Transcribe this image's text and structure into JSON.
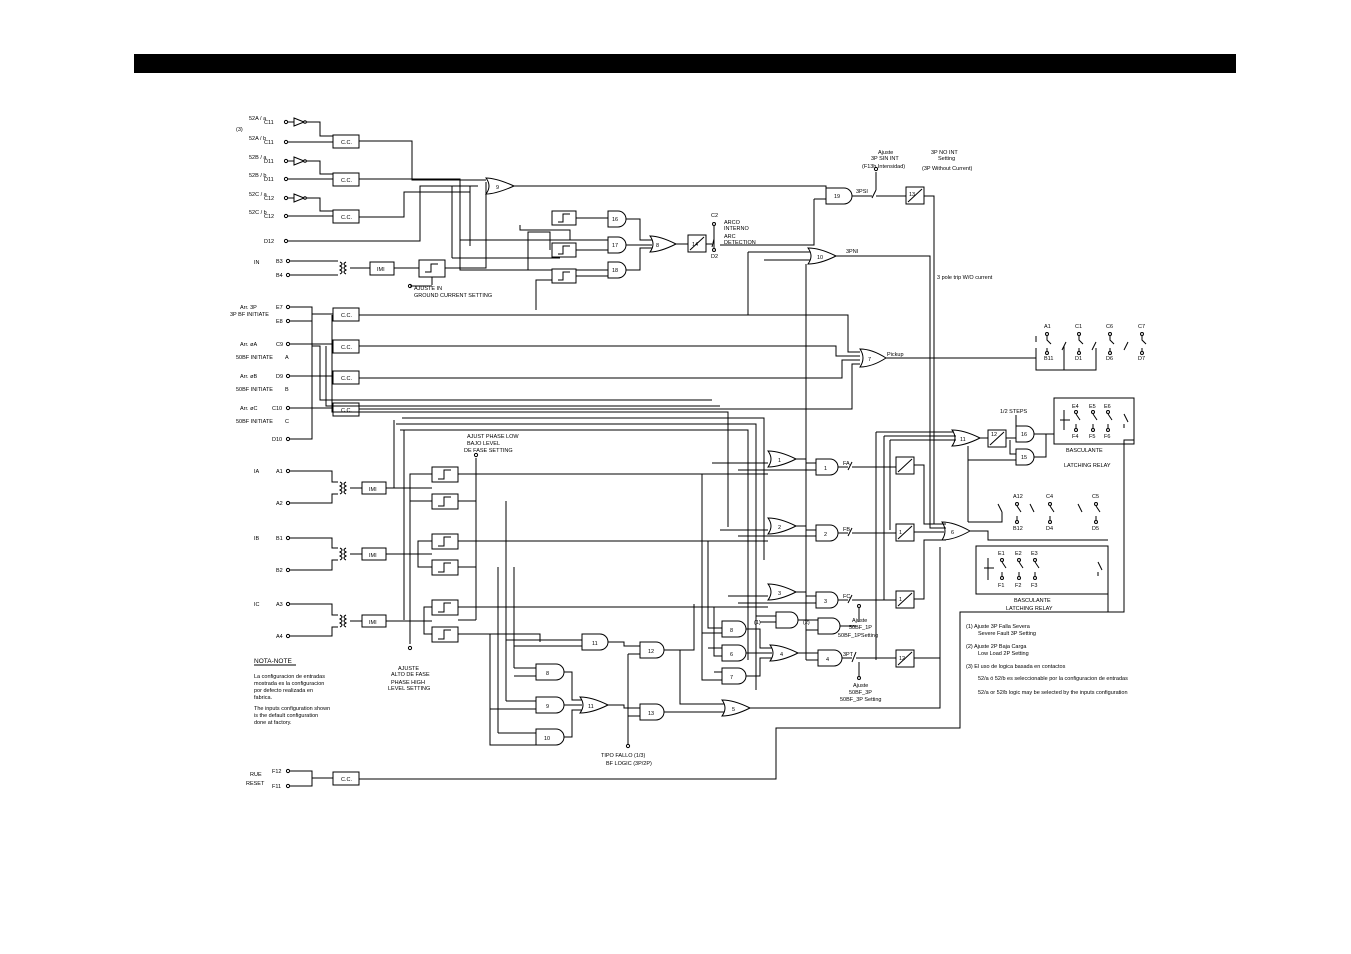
{
  "inputs": [
    {
      "term": "C11",
      "label": "52A / a"
    },
    {
      "term": "C11",
      "label": "52A / b"
    },
    {
      "term": "D11",
      "label": "52B / a"
    },
    {
      "term": "D11",
      "label": "52B / b"
    },
    {
      "term": "C12",
      "label": "52C / a"
    },
    {
      "term": "C12",
      "label": "52C / b"
    },
    {
      "term": "D12",
      "label": ""
    }
  ],
  "note_ref": "(3)",
  "cc_label": "C.C.",
  "in_label": "IN",
  "in_terms": [
    "B3",
    "B4"
  ],
  "imi_label": "IMI",
  "ground_setting": [
    "AJUSTE     IN",
    "GROUND CURRENT SETTING"
  ],
  "arr3p": {
    "label1": "Arr. 3P",
    "label2": "3P BF INITIATE",
    "terms": [
      "E7",
      "E8"
    ]
  },
  "arra": {
    "label1": "Arr. øA",
    "label2": "50BF INITIATE",
    "term": "C9",
    "phase": "A"
  },
  "arrb": {
    "label1": "Arr. øB",
    "label2": "50BF INITIATE",
    "term": "D9",
    "phase": "B"
  },
  "arrc": {
    "label1": "Arr. øC",
    "label2": "50BF INITIATE",
    "term": "C10",
    "phase": "C"
  },
  "d10": "D10",
  "phase_inputs": [
    {
      "name": "IA",
      "terms": [
        "A1",
        "A2"
      ]
    },
    {
      "name": "IB",
      "terms": [
        "B1",
        "B2"
      ]
    },
    {
      "name": "IC",
      "terms": [
        "A3",
        "A4"
      ]
    }
  ],
  "low_setting": [
    "AJUST   PHASE  LOW",
    "BAJO        LEVEL",
    "DE FASE    SETTING"
  ],
  "high_setting": [
    "AJUSTE",
    "ALTO DE FASE",
    "PHASE HIGH",
    "LEVEL SETTING"
  ],
  "note": {
    "title": "NOTA-NOTE",
    "es": [
      "La configuracion de entradas",
      "mostrada es la configuracion",
      "por defecto realizada en",
      "fabrica."
    ],
    "en": [
      "The inputs configuration shown",
      "is the default configuration",
      "done at factory."
    ]
  },
  "reset": {
    "label1": "RUE",
    "label2": "RESET",
    "terms": [
      "F12",
      "F11"
    ]
  },
  "gates": {
    "g9": "9",
    "g16": "16",
    "g17": "17",
    "g18": "18",
    "g8a": "8",
    "g14": "14",
    "g19": "19",
    "g10": "10",
    "g13": "13",
    "g7": "7",
    "g11": "11",
    "g1": "1",
    "g2": "2",
    "g3": "3",
    "g4": "4",
    "g5": "5",
    "g6": "6",
    "g12": "12",
    "g15": "15",
    "g8b": "8"
  },
  "arc": {
    "term1": "C2",
    "term2": "D2",
    "label": [
      "ARCO",
      "INTERNO",
      "ARC",
      "DETECTION"
    ]
  },
  "setting_3p": [
    "Ajuste",
    "3P SIN INT",
    "(F13h Intensidad)"
  ],
  "no_int": [
    "3P NO INT",
    "Setting",
    "(3P Without Current)"
  ],
  "signals": {
    "s3psi": "3PSI",
    "s3pni": "3PNI",
    "pickup": "Pickup",
    "fa": "FA",
    "fb": "FB",
    "fc": "FC",
    "s3pt": "3PT",
    "trip": "3 pole trip W/O current"
  },
  "relay_top": [
    [
      "A1",
      "B11"
    ],
    [
      "C1",
      "D1"
    ],
    [
      "C6",
      "D6"
    ],
    [
      "C7",
      "D7"
    ]
  ],
  "latch1": {
    "terms": [
      [
        "E4",
        "F4"
      ],
      [
        "E5",
        "F5"
      ],
      [
        "E6",
        "F6"
      ]
    ],
    "label": [
      "BASCULANTE",
      "LATCHING RELAY"
    ]
  },
  "steps": "1/2 STEPS",
  "relay_mid": [
    [
      "A12",
      "B12"
    ],
    [
      "C4",
      "D4"
    ],
    [
      "C5",
      "D5"
    ]
  ],
  "latch2": {
    "terms": [
      [
        "E1",
        "F1"
      ],
      [
        "E2",
        "F2"
      ],
      [
        "E3",
        "F3"
      ]
    ],
    "label": [
      "BASCULANTE",
      "LATCHING RELAY"
    ]
  },
  "setting_1p": [
    "Ajuste",
    "50BF_1P",
    "50BF_1PSetting"
  ],
  "setting_3p2": [
    "Ajuste",
    "50BF_3P",
    "50BF_3P Setting"
  ],
  "tipo": [
    "TIPO FALLO (1/3)",
    "BF LOGIC (3P/2P)"
  ],
  "refs": {
    "r1": "(1)",
    "r2": "(2)"
  },
  "legend": {
    "l1": [
      "(1)  Ajuste 3P Falla Severa",
      "Severe Fault 3P Setting"
    ],
    "l2": [
      "(2)  Ajuste 2P Baja Carga",
      "Low Load 2P Setting"
    ],
    "l3": [
      "(3)  El uso de logica basada en          contactos",
      "52/a  ó  52/b  es seleccionable por la configuracion de entradas",
      "52/a  or  52/b  logic may be selected by the inputs configuration"
    ]
  }
}
